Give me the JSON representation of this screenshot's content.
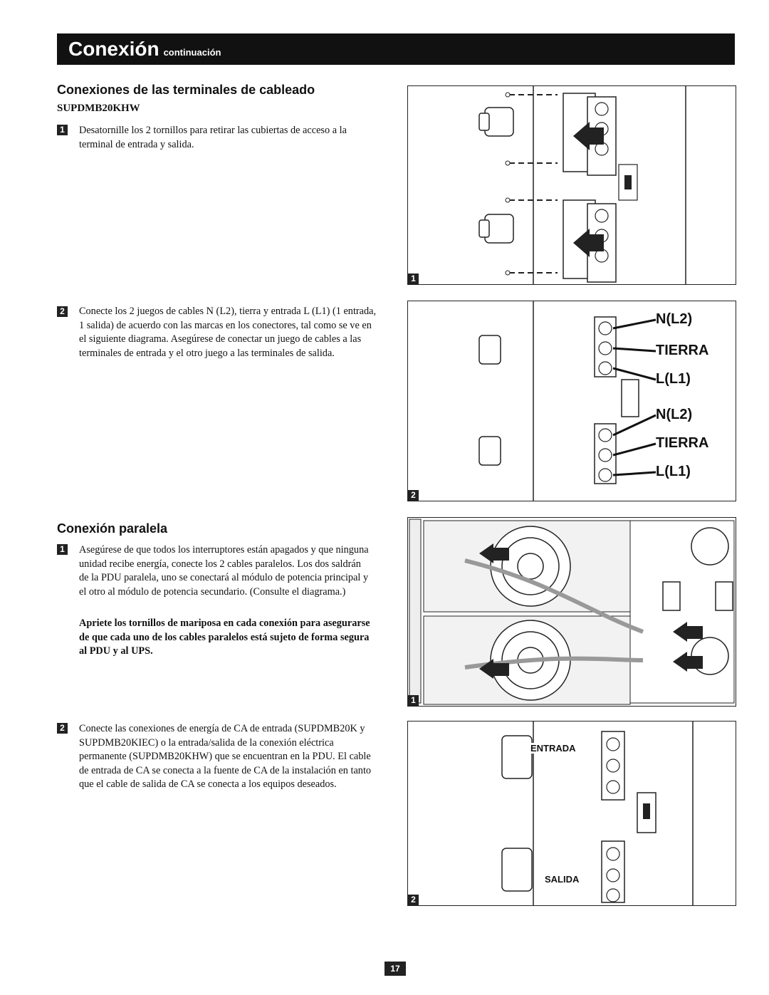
{
  "header": {
    "title": "Conexión",
    "subtitle": "continuación"
  },
  "section1": {
    "heading": "Conexiones de las terminales de cableado",
    "model": "SUPDMB20KHW",
    "steps": [
      {
        "num": "1",
        "text": "Desatornille los 2 tornillos para retirar las cubiertas de acceso a la terminal de entrada y salida."
      },
      {
        "num": "2",
        "text": "Conecte los 2 juegos de cables N (L2), tierra y entrada L (L1) (1 entrada, 1 salida) de acuerdo con las marcas en los conectores, tal como se ve en el siguiente diagrama. Asegúrese de conectar un juego de cables a las terminales de entrada y el otro juego a las terminales de salida."
      }
    ]
  },
  "section2": {
    "heading": "Conexión paralela",
    "steps": [
      {
        "num": "1",
        "text": "Asegúrese de que todos los interruptores están apagados y que ninguna unidad recibe energía, conecte los 2 cables paralelos. Los dos saldrán de la PDU paralela, uno se conectará al módulo de potencia principal y el otro al módulo de potencia secundario. (Consulte el diagrama.)",
        "bold": "Apriete los tornillos de mariposa en cada conexión para asegurarse de que cada uno de los cables paralelos está sujeto de forma segura al PDU y al UPS."
      },
      {
        "num": "2",
        "text": "Conecte las conexiones de energía de CA de entrada (SUPDMB20K y SUPDMB20KIEC) o la entrada/salida de la conexión eléctrica permanente (SUPDMB20KHW) que se encuentran en la PDU. El cable de entrada de CA se conecta a la fuente de CA de la instalación en tanto que el cable de salida de CA se conecta a los equipos deseados."
      }
    ]
  },
  "figures": {
    "fig1_tag": "1",
    "fig2_tag": "2",
    "fig2_labels": [
      "N(L2)",
      "TIERRA",
      "L(L1)",
      "N(L2)",
      "TIERRA",
      "L(L1)"
    ],
    "fig3_tag": "1",
    "fig4_tag": "2",
    "fig4_labels": {
      "input": "ENTRADA",
      "output": "SALIDA"
    }
  },
  "page_number": "17"
}
